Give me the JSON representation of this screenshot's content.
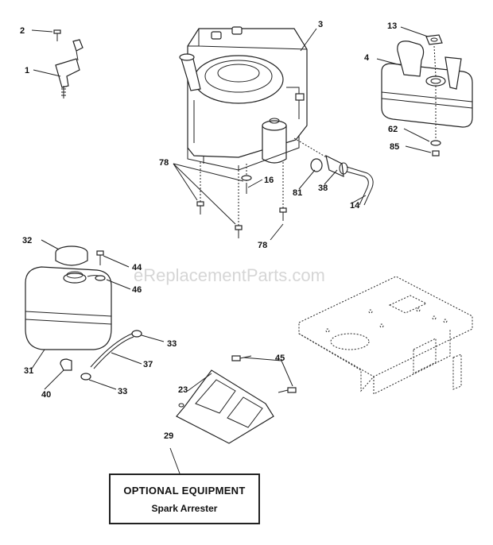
{
  "watermark": "eReplacementParts.com",
  "caption": {
    "title": "OPTIONAL EQUIPMENT",
    "subtitle": "Spark Arrester"
  },
  "callouts": {
    "c1": "1",
    "c2": "2",
    "c3": "3",
    "c4": "4",
    "c13": "13",
    "c14": "14",
    "c16": "16",
    "c23": "23",
    "c29": "29",
    "c31": "31",
    "c32": "32",
    "c33a": "33",
    "c33b": "33",
    "c37": "37",
    "c38": "38",
    "c40": "40",
    "c44": "44",
    "c45": "45",
    "c46": "46",
    "c62": "62",
    "c78a": "78",
    "c78b": "78",
    "c81": "81",
    "c85": "85"
  }
}
